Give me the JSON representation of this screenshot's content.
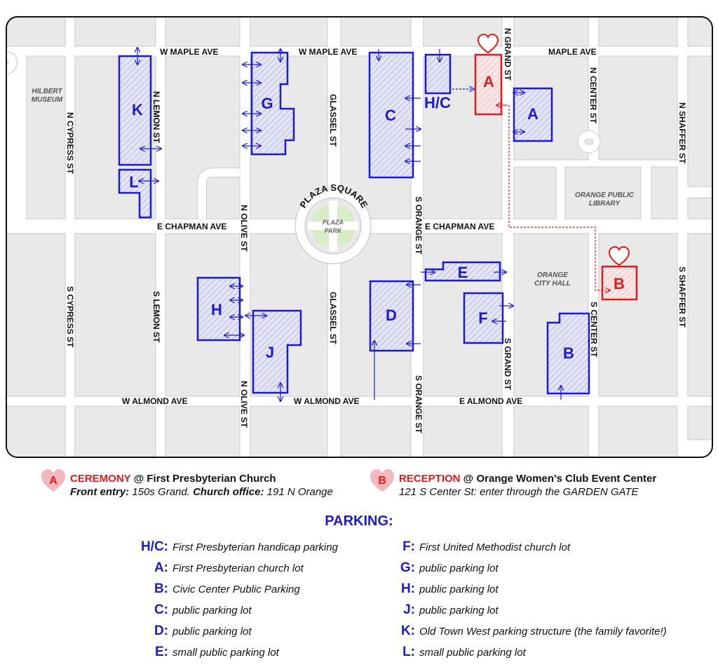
{
  "map": {
    "streets": {
      "w_maple_left": "W MAPLE AVE",
      "w_maple_mid": "W MAPLE AVE",
      "maple_right": "MAPLE AVE",
      "e_chapman_left": "E CHAPMAN AVE",
      "e_chapman_right": "E CHAPMAN AVE",
      "w_almond_left": "W ALMOND AVE",
      "w_almond_mid": "W ALMOND AVE",
      "e_almond": "E ALMOND AVE",
      "n_cypress": "N CYPRESS ST",
      "s_cypress": "S CYPRESS ST",
      "n_lemon": "N LEMON ST",
      "s_lemon": "S LEMON ST",
      "n_olive_top": "N OLIVE ST",
      "n_olive_bottom": "N OLIVE ST",
      "glassel_top": "GLASSEL ST",
      "glassel_bottom": "GLASSEL ST",
      "s_orange_top": "S ORANGE ST",
      "s_orange_bottom": "S ORANGE ST",
      "n_grand": "N GRAND ST",
      "s_grand": "S GRAND ST",
      "n_center": "N CENTER ST",
      "s_center": "S CENTER ST",
      "n_shaffer": "N SHAFFER ST",
      "s_shaffer": "S SHAFFER ST"
    },
    "places": {
      "hilbert_1": "HILBERT",
      "hilbert_2": "MUSEUM",
      "library_1": "ORANGE PUBLIC",
      "library_2": "LIBRARY",
      "cityhall_1": "ORANGE",
      "cityhall_2": "CITY HALL",
      "plaza_square": "PLAZA SQUARE",
      "plaza_park_1": "PLAZA",
      "plaza_park_2": "PARK"
    },
    "lots": {
      "K": "K",
      "L": "L",
      "G": "G",
      "C": "C",
      "HC": "H/C",
      "A": "A",
      "H": "H",
      "J": "J",
      "D": "D",
      "E": "E",
      "F": "F",
      "B": "B"
    },
    "venues": {
      "A": "A",
      "B": "B"
    },
    "colors": {
      "lot_blue": "#1a1ad0",
      "venue_red": "#e01b1b",
      "road": "#ffffff",
      "block": "#e9e9e9",
      "park": "#d8ecc8",
      "heart": "#f3b8be"
    }
  },
  "legend": {
    "ceremony": {
      "badge": "A",
      "title": "CEREMONY",
      "at": " @ ",
      "venue": "First Presbyterian Church",
      "line2_label1": "Front entry:",
      "line2_text1": " 150s Grand. ",
      "line2_label2": "Church office:",
      "line2_text2": " 191 N Orange"
    },
    "reception": {
      "badge": "B",
      "title": "RECEPTION",
      "at": " @ ",
      "venue": "Orange Women's Club Event Center",
      "line2_label1": "121 S Center St:",
      "line2_text1": " enter through the GARDEN GATE"
    }
  },
  "parking": {
    "title": "PARKING:",
    "left": [
      {
        "key": "H/C:",
        "desc": "First Presbyterian handicap parking"
      },
      {
        "key": "A:",
        "desc": "First Presbyterian church lot"
      },
      {
        "key": "B:",
        "desc": "Civic Center Public Parking"
      },
      {
        "key": "C:",
        "desc": "public parking lot"
      },
      {
        "key": "D:",
        "desc": "public parking lot"
      },
      {
        "key": "E:",
        "desc": "small public parking lot"
      }
    ],
    "right": [
      {
        "key": "F:",
        "desc": "First United Methodist church lot"
      },
      {
        "key": "G:",
        "desc": "public parking lot"
      },
      {
        "key": "H:",
        "desc": "public parking lot"
      },
      {
        "key": "J:",
        "desc": "public parking lot"
      },
      {
        "key": "K:",
        "desc": "Old Town West parking structure (the family favorite!)"
      },
      {
        "key": "L:",
        "desc": "small public parking lot"
      }
    ]
  }
}
